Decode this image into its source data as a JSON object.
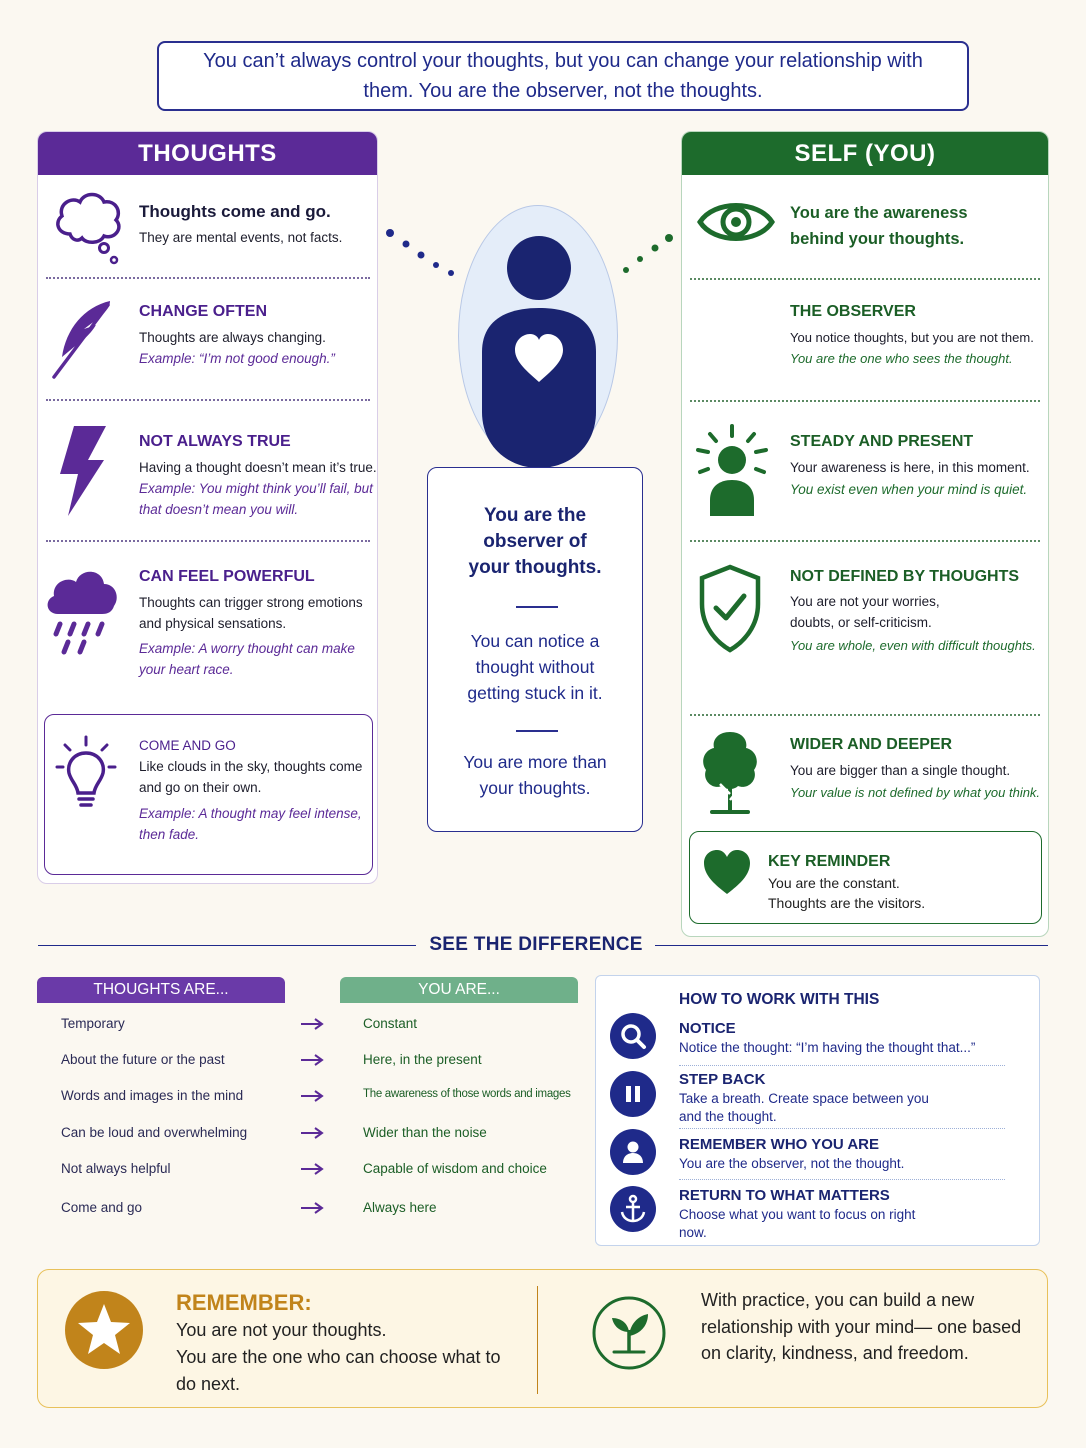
{
  "intro": "You can’t always control your thoughts, but you can change your relationship with them. You are the observer, not the thoughts.",
  "colors": {
    "purple": "#5b2a97",
    "green": "#1d6b2c",
    "navy": "#1f2a8a",
    "gold": "#c1841b"
  },
  "thoughts": {
    "header": "THOUGHTS",
    "items": [
      {
        "icon": "thought-cloud-icon",
        "title": "Thoughts come and go.",
        "desc": "They are mental events, not facts.",
        "example": ""
      },
      {
        "icon": "feather-icon",
        "title": "CHANGE OFTEN",
        "desc": "Thoughts are always changing.",
        "example": "Example: “I’m not good enough.”"
      },
      {
        "icon": "lightning-icon",
        "title": "NOT ALWAYS TRUE",
        "desc": "Having a thought doesn’t mean it’s true.",
        "example": "Example: You might think you’ll fail, but that doesn’t mean you will."
      },
      {
        "icon": "rain-cloud-icon",
        "title": "CAN FEEL POWERFUL",
        "desc": "Thoughts can trigger strong emotions and physical sensations.",
        "example": "Example: A worry thought can make your heart race."
      },
      {
        "icon": "lightbulb-icon",
        "title": "COME AND GO",
        "desc": "Like clouds in the sky, thoughts come and go on their own.",
        "example": "Example: A thought may feel intense, then fade."
      }
    ]
  },
  "self": {
    "header": "SELF (YOU)",
    "items": [
      {
        "icon": "eye-icon",
        "title": "You are the awareness behind your thoughts.",
        "desc": "",
        "example": ""
      },
      {
        "icon": "",
        "title": "THE OBSERVER",
        "desc": "You notice thoughts, but you are not them.",
        "example": "You are the one who sees the thought."
      },
      {
        "icon": "person-light-icon",
        "title": "STEADY AND PRESENT",
        "desc": "Your awareness is here, in this moment.",
        "example": "You exist even when your mind is quiet."
      },
      {
        "icon": "shield-check-icon",
        "title": "NOT DEFINED BY THOUGHTS",
        "desc": "You are not your worries, doubts, or self-criticism.",
        "example": "You are whole, even with difficult thoughts."
      },
      {
        "icon": "tree-icon",
        "title": "WIDER AND DEEPER",
        "desc": "You are bigger than a single thought.",
        "example": "Your value is not defined by what you think."
      }
    ],
    "reminder": {
      "icon": "heart-icon",
      "title": "KEY REMINDER",
      "line1": "You are the constant.",
      "line2": "Thoughts are the visitors."
    }
  },
  "center": {
    "heading": "You are the observer of your thoughts.",
    "p1": "You can notice a thought without getting stuck in it.",
    "p2": "You are more than your thoughts."
  },
  "difference": {
    "title": "SEE THE DIFFERENCE",
    "thoughts_header": "THOUGHTS ARE...",
    "you_header": "YOU ARE...",
    "rows": [
      {
        "thought": "Temporary",
        "you": "Constant"
      },
      {
        "thought": "About the future or the past",
        "you": "Here, in the present"
      },
      {
        "thought": "Words and images in the mind",
        "you": "The awareness of those words and images"
      },
      {
        "thought": "Can be loud and overwhelming",
        "you": "Wider than the noise"
      },
      {
        "thought": "Not always helpful",
        "you": "Capable of wisdom and choice"
      },
      {
        "thought": "Come and go",
        "you": "Always here"
      }
    ]
  },
  "howto": {
    "title": "HOW TO WORK WITH THIS",
    "steps": [
      {
        "icon": "search-icon",
        "title": "NOTICE",
        "desc": "Notice the thought: “I’m having the thought that...”"
      },
      {
        "icon": "pause-icon",
        "title": "STEP BACK",
        "desc": "Take a breath. Create space between you and the thought."
      },
      {
        "icon": "person-icon",
        "title": "REMEMBER WHO YOU ARE",
        "desc": "You are the observer, not the thought."
      },
      {
        "icon": "anchor-icon",
        "title": "RETURN TO WHAT MATTERS",
        "desc": "Choose what you want to focus on right now."
      }
    ]
  },
  "remember": {
    "title": "REMEMBER:",
    "line1": "You are not your thoughts.",
    "line2": "You are the one who can choose what to do next.",
    "right": "With practice, you can build a new relationship with your mind— one based on clarity, kindness, and freedom."
  }
}
